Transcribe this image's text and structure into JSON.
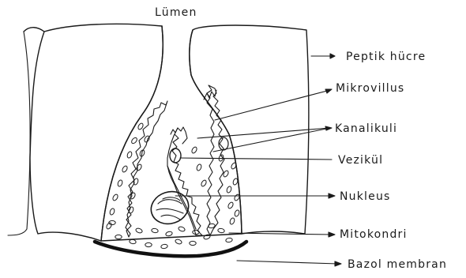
{
  "lumen_label": "Lümen",
  "labels": {
    "peptik_hucre": "Peptik hücre",
    "mikrovillus": "Mikrovillus",
    "kanalikuli": "Kanalikuli",
    "vezikul": "Vezikül",
    "nukleus": "Nukleus",
    "mitokondri": "Mitokondri",
    "bazal_membran": "Bazol membran"
  }
}
